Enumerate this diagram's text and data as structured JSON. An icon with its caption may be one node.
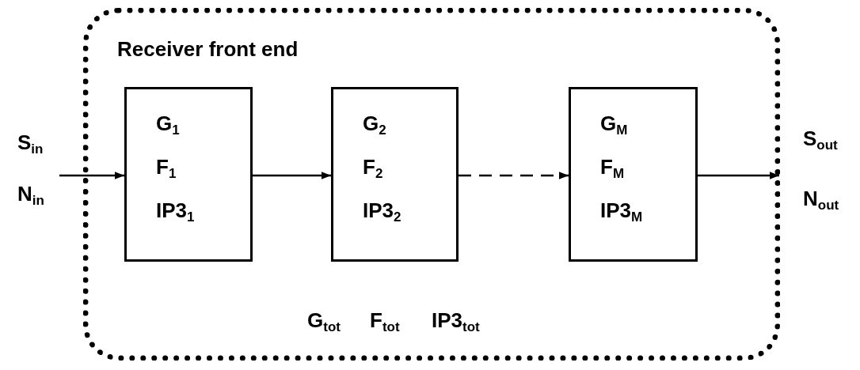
{
  "diagram": {
    "nodes": [
      {
        "text": [
          "Receiver front end"
        ]
      },
      {
        "text": [
          "G$_{1}$",
          "F$_{1}$",
          "IP3$_{1}$"
        ],
        "in": 0
      },
      {
        "text": [
          "G$_{2}$",
          "F$_{2}$",
          "IP3$_{2}$"
        ],
        "in": 0
      },
      {
        "text": [
          "G$_{M}$",
          "F$_{M}$",
          "IP3$_{M}$"
        ],
        "in": 0
      }
    ],
    "edges": [
      {
        "from": null,
        "to": 1,
        "arrow": "to"
      },
      {
        "from": 1,
        "to": 2,
        "arrow": "to"
      },
      {
        "from": 2,
        "to": 3,
        "arrow": "to",
        "style": "dashed"
      },
      {
        "from": 3,
        "to": null,
        "arrow": "to"
      }
    ],
    "labels": [
      "S$_{in}$",
      "S$_{out}$",
      "N$_{in}$",
      "N$_{out}$",
      "G$_{tot}$",
      "F$_{tot}$",
      "IP3$_{tot}$"
    ]
  }
}
